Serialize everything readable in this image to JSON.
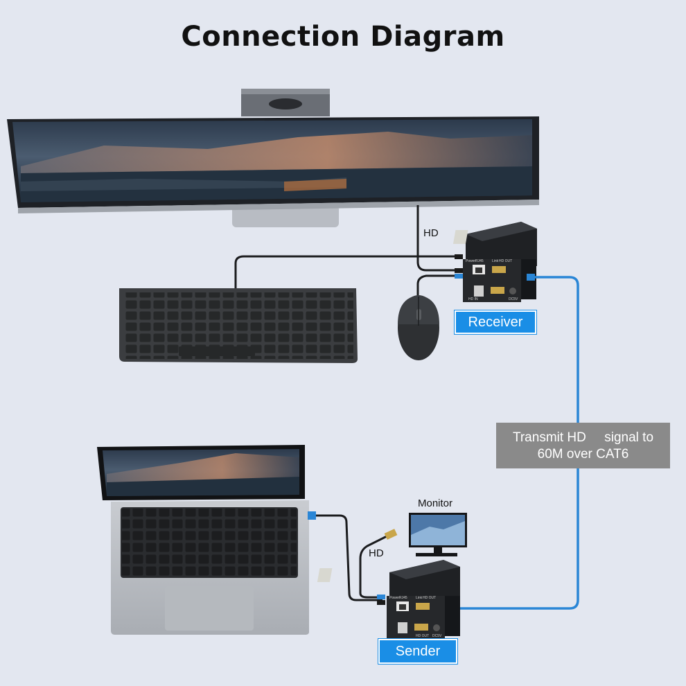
{
  "title": "Connection Diagram",
  "labels": {
    "hd_top": "HD",
    "hd_bottom": "HD",
    "monitor": "Monitor",
    "receiver": "Receiver",
    "sender": "Sender",
    "callout_line1": "Transmit HD     signal to",
    "callout_line2": "60M over CAT6"
  },
  "device_port_labels": {
    "receiver_top": [
      "Power",
      "RJ45",
      "Link",
      "HD OUT"
    ],
    "receiver_bottom": [
      "HD IN",
      "DC5V"
    ],
    "sender_top": [
      "Power",
      "RJ45",
      "Link",
      "HD OUT"
    ],
    "sender_bottom": [
      "HD OUT",
      "DC5V"
    ]
  },
  "colors": {
    "background": "#e3e7f0",
    "badge": "#1a8ee6",
    "cat6_cable": "#2a86d6",
    "callout": "#8a8a8a"
  }
}
